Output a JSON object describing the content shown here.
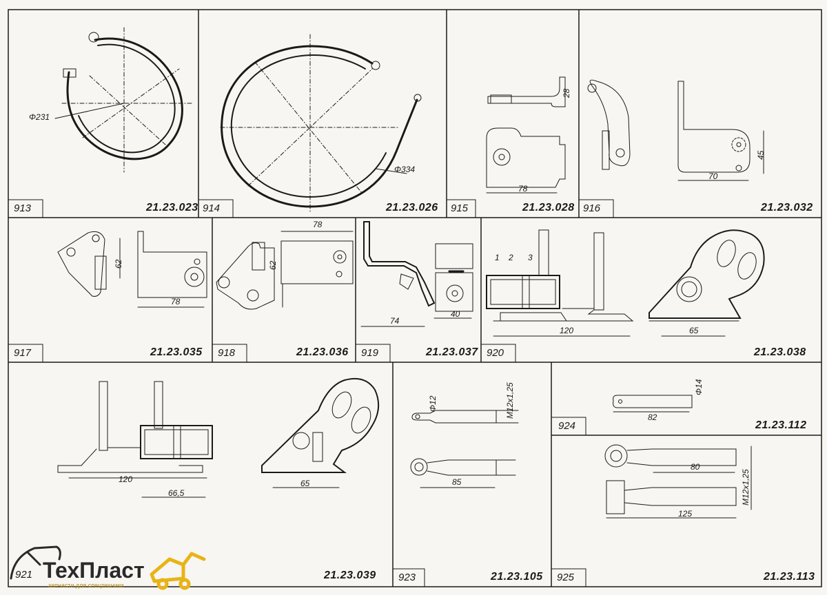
{
  "panels": [
    {
      "num": "913",
      "code": "21.23.023",
      "dims": [
        "Φ231"
      ]
    },
    {
      "num": "914",
      "code": "21.23.026",
      "dims": [
        "Φ334"
      ]
    },
    {
      "num": "915",
      "code": "21.23.028",
      "dims": [
        "28",
        "78"
      ]
    },
    {
      "num": "916",
      "code": "21.23.032",
      "dims": [
        "45",
        "70"
      ]
    },
    {
      "num": "917",
      "code": "21.23.035",
      "dims": [
        "62",
        "78"
      ]
    },
    {
      "num": "918",
      "code": "21.23.036",
      "dims": [
        "78",
        "62"
      ]
    },
    {
      "num": "919",
      "code": "21.23.037",
      "dims": [
        "74",
        "40"
      ]
    },
    {
      "num": "920",
      "code": "21.23.038",
      "dims": [
        "1",
        "2",
        "3",
        "120",
        "65"
      ]
    },
    {
      "num": "921",
      "code": "21.23.039",
      "dims": [
        "120",
        "66,5",
        "65"
      ]
    },
    {
      "num": "923",
      "code": "21.23.105",
      "dims": [
        "Φ12",
        "M12x1,25",
        "85"
      ]
    },
    {
      "num": "924",
      "code": "21.23.112",
      "dims": [
        "Φ14",
        "82"
      ]
    },
    {
      "num": "925",
      "code": "21.23.113",
      "dims": [
        "80",
        "M12x1,25",
        "125"
      ]
    }
  ],
  "logo": {
    "brand": "ТехПласт",
    "tagline": "запчасти для спецтехники",
    "mark": "excavator-icon"
  },
  "colors": {
    "ink": "#1a1a1a",
    "paper": "#f7f6f2",
    "logo_accent": "#e8b416"
  }
}
